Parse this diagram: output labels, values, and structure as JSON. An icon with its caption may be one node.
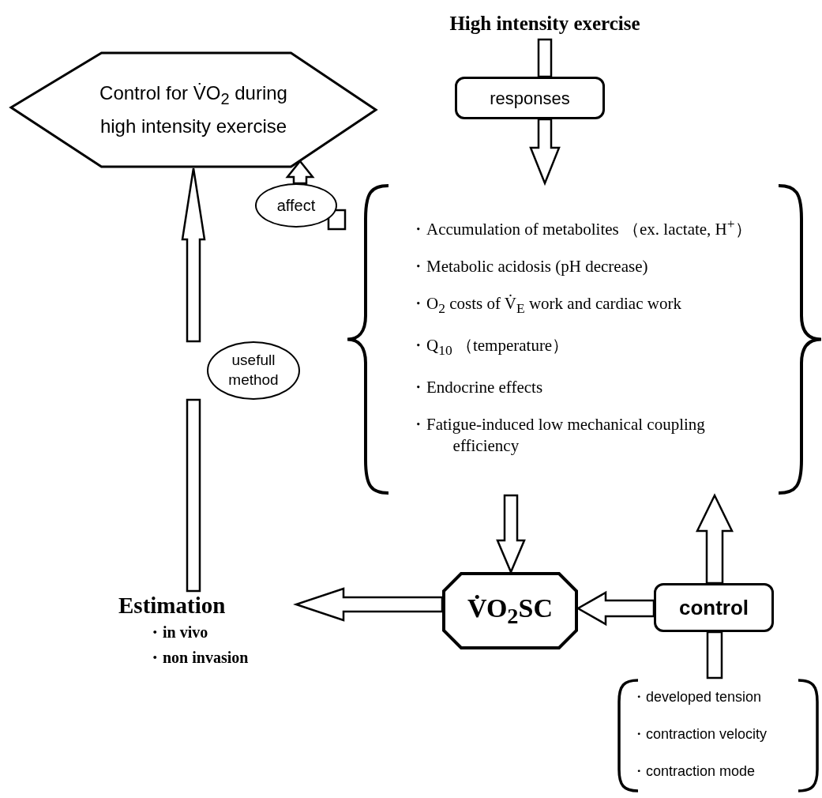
{
  "diagram": {
    "nodes": [
      {
        "text": [
          "High intensity exercise"
        ]
      },
      {
        "text": [
          "responses"
        ]
      },
      {
        "text": [
          "Control for V̇O$_{2}$ during high intensity exercise"
        ]
      },
      {
        "text": [
          "affect"
        ]
      },
      {
        "text": [
          "・Accumulation of metabolites （ex. lactate, H$^{+}$）",
          "・Metabolic acidosis (pH decrease)",
          "・O$_{2}$ costs of V̇$_{E}$ work and cardiac work",
          "・Q$_{10}$ （temperature）",
          "・Endocrine effects",
          "・Fatigue-induced low mechanical coupling efficiency"
        ]
      },
      {
        "text": [
          "usefull method"
        ]
      },
      {
        "text": [
          "V̇O$_{2}$SC"
        ]
      },
      {
        "text": [
          "Estimation",
          "・in vivo",
          "・non invasion"
        ]
      },
      {
        "text": [
          "control"
        ]
      },
      {
        "text": [
          "・developed tension",
          "・contraction velocity",
          "・contraction mode"
        ]
      }
    ],
    "edges": [
      {
        "from": 0,
        "to": 1,
        "arrow": "none"
      },
      {
        "from": 1,
        "to": 4,
        "arrow": "to"
      },
      {
        "from": 4,
        "to": 6,
        "arrow": "to"
      },
      {
        "from": 8,
        "to": 6,
        "arrow": "to"
      },
      {
        "from": 6,
        "to": 7,
        "arrow": "to"
      },
      {
        "from": 9,
        "to": 8,
        "arrow": "none"
      },
      {
        "from": 8,
        "to": 4,
        "arrow": "to"
      },
      {
        "from": 7,
        "to": 5,
        "arrow": "none"
      },
      {
        "from": 5,
        "to": 2,
        "arrow": "to"
      },
      {
        "from": 3,
        "to": 2,
        "arrow": "to"
      },
      {
        "from": 4,
        "to": 3,
        "arrow": "none"
      }
    ]
  }
}
